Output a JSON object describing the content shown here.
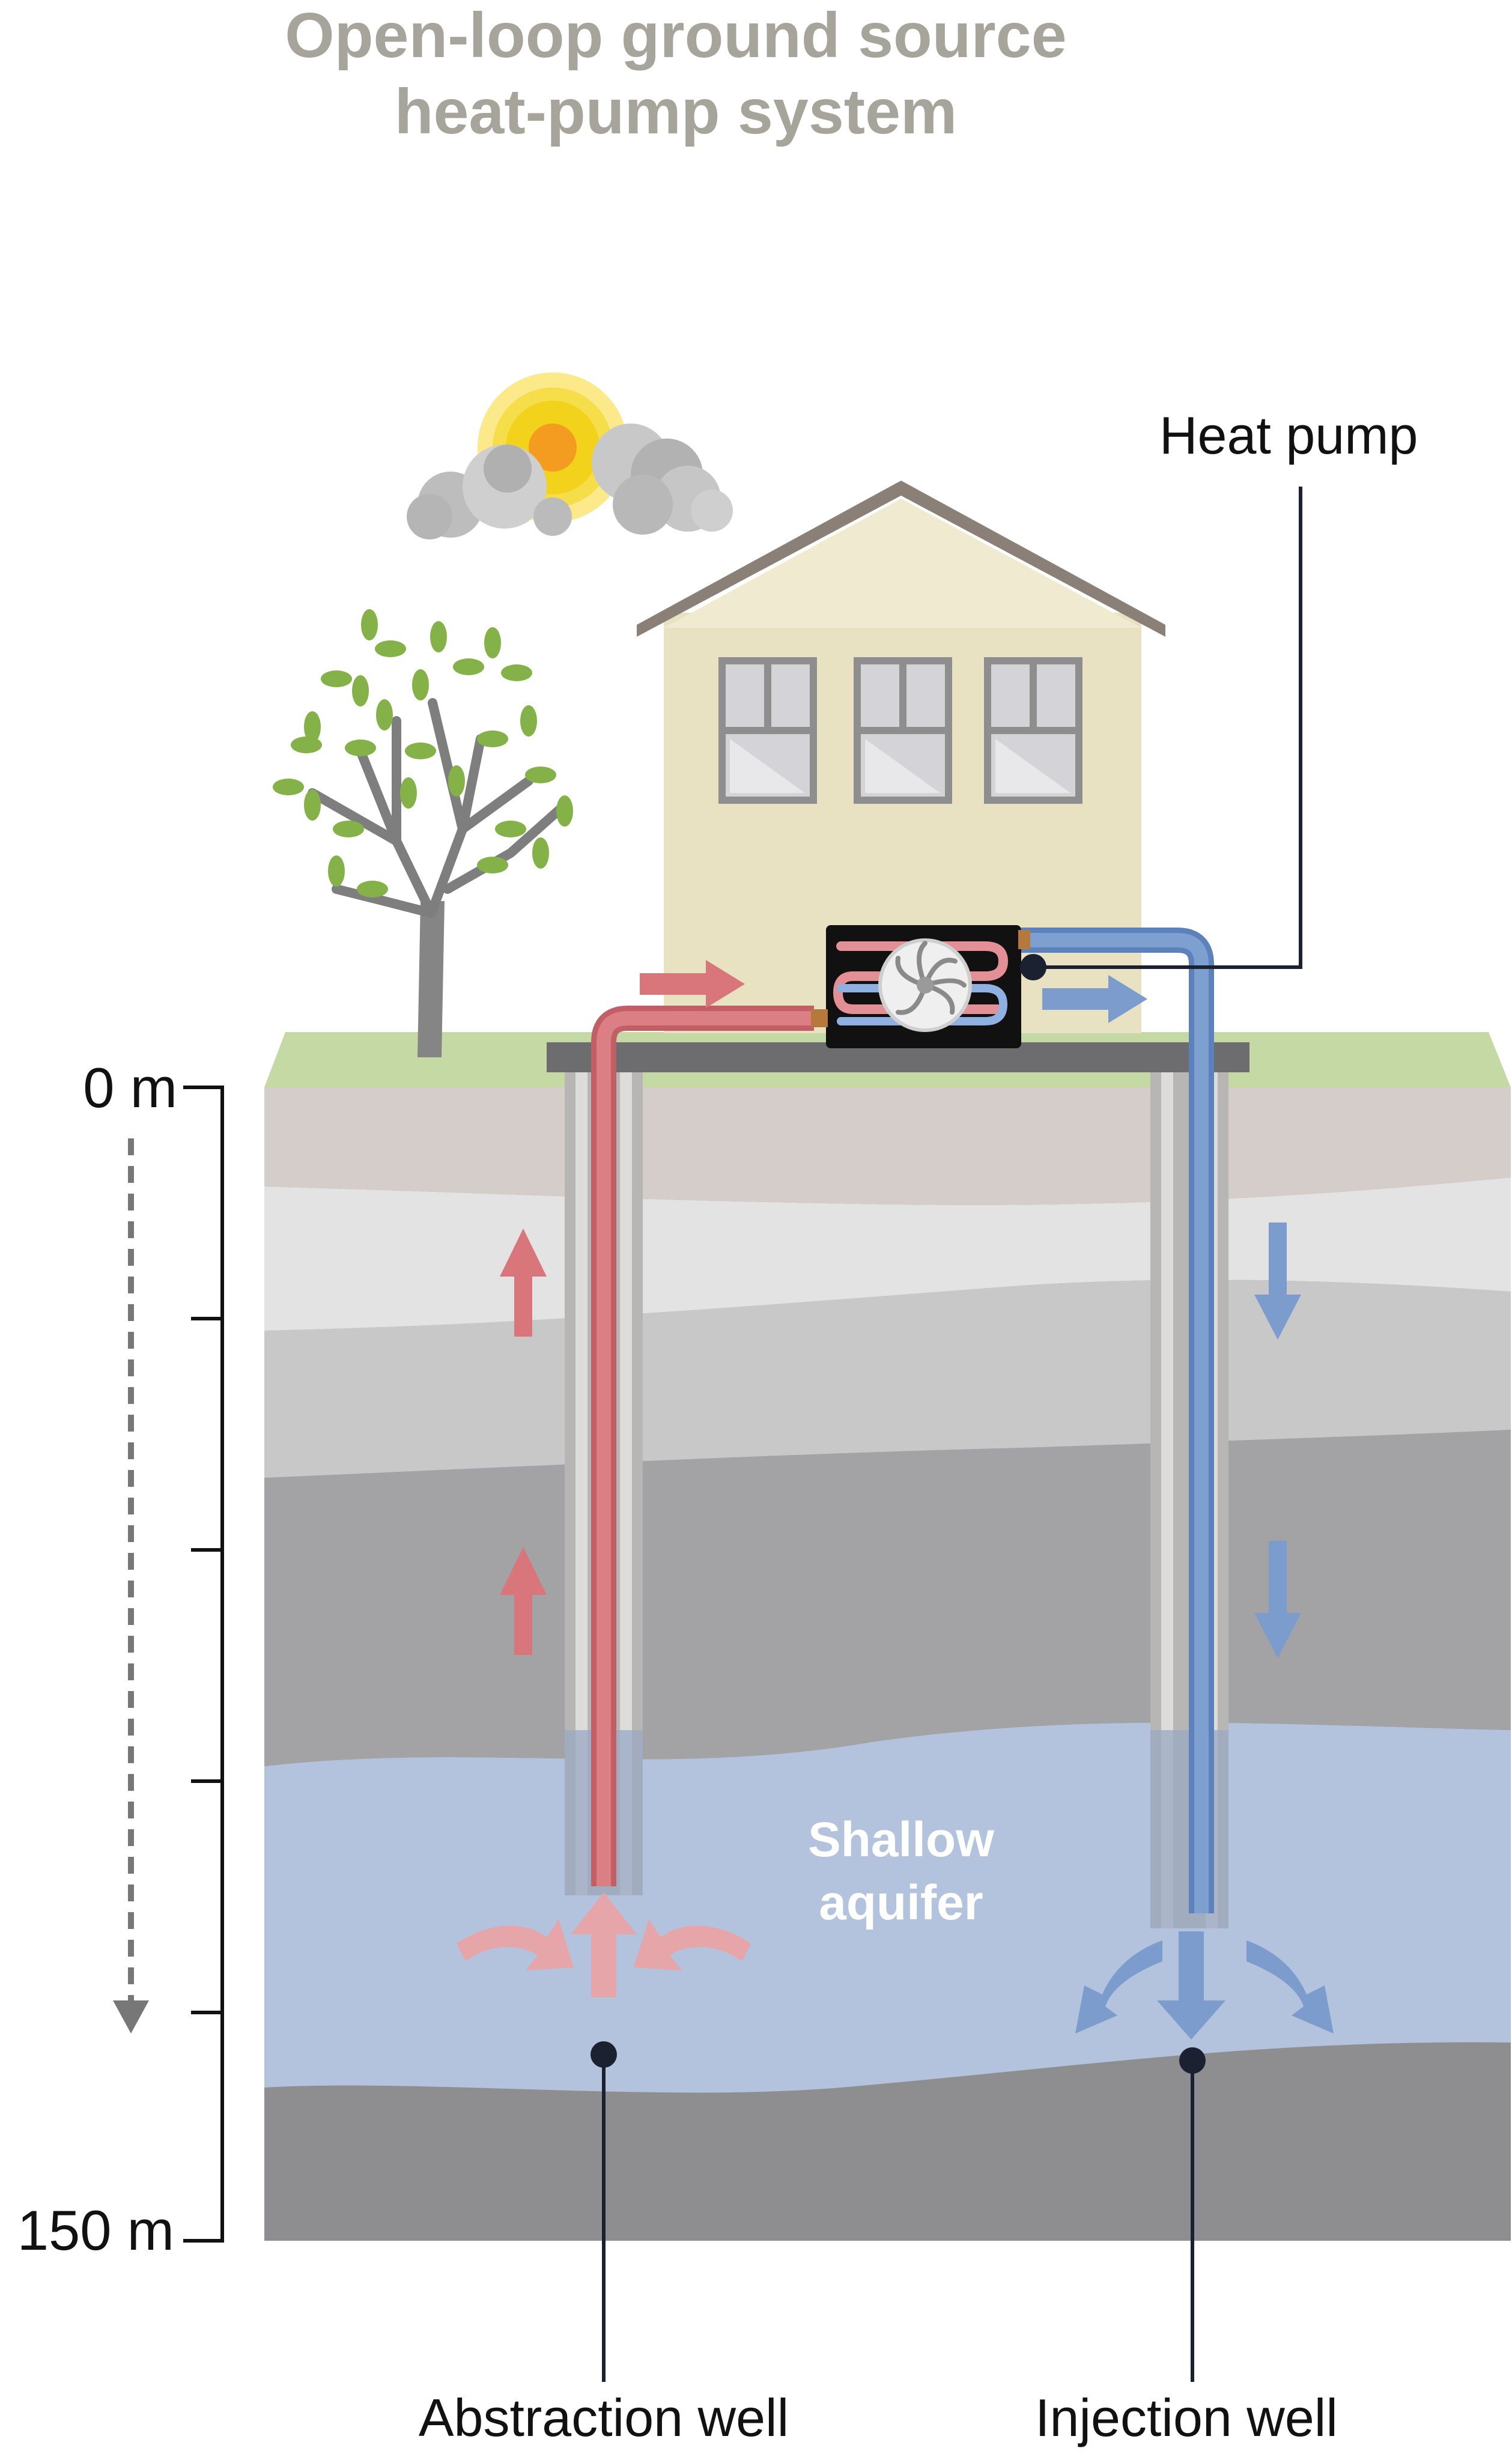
{
  "title": {
    "line1": "Open-loop ground source",
    "line2": "heat-pump system"
  },
  "labels": {
    "heat_pump": "Heat pump",
    "aquifer_line1": "Shallow",
    "aquifer_line2": "aquifer",
    "abstraction_well": "Abstraction well",
    "injection_well": "Injection well"
  },
  "depth_axis": {
    "top": "0 m",
    "bottom": "150 m"
  },
  "colors": {
    "warm_pipe": "#d9767c",
    "cold_pipe": "#7b9ccc",
    "aquifer": "#b4c3dd",
    "grass": "#c5d9a4",
    "house_wall": "#e8e1c2",
    "roof": "#8b8078"
  }
}
